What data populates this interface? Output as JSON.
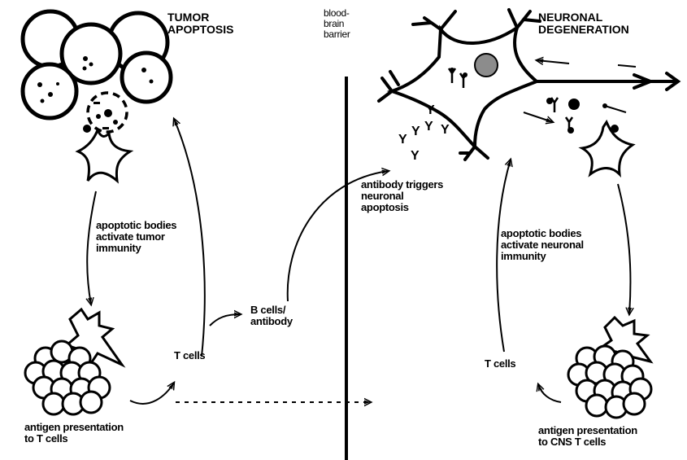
{
  "titles": {
    "tumor": "TUMOR\nAPOPTOSIS",
    "neuronal": "NEURONAL\nDEGENERATION",
    "barrier": "blood-\nbrain\nbarrier"
  },
  "labels": {
    "apoptotic_tumor": "apoptotic bodies\nactivate tumor\nimmunity",
    "antigen_left": "antigen presentation\nto T cells",
    "t_cells_left": "T cells",
    "b_cells": "B cells/\nantibody",
    "antibody_triggers": "antibody triggers\nneuronal\napoptosis",
    "apoptotic_neuronal": "apoptotic bodies\nactivate neuronal\nimmunity",
    "t_cells_right": "T cells",
    "antigen_right": "antigen presentation\nto CNS T cells"
  },
  "colors": {
    "ink": "#000000",
    "nucleus_fill": "#8c8c8c",
    "background": "#ffffff"
  }
}
